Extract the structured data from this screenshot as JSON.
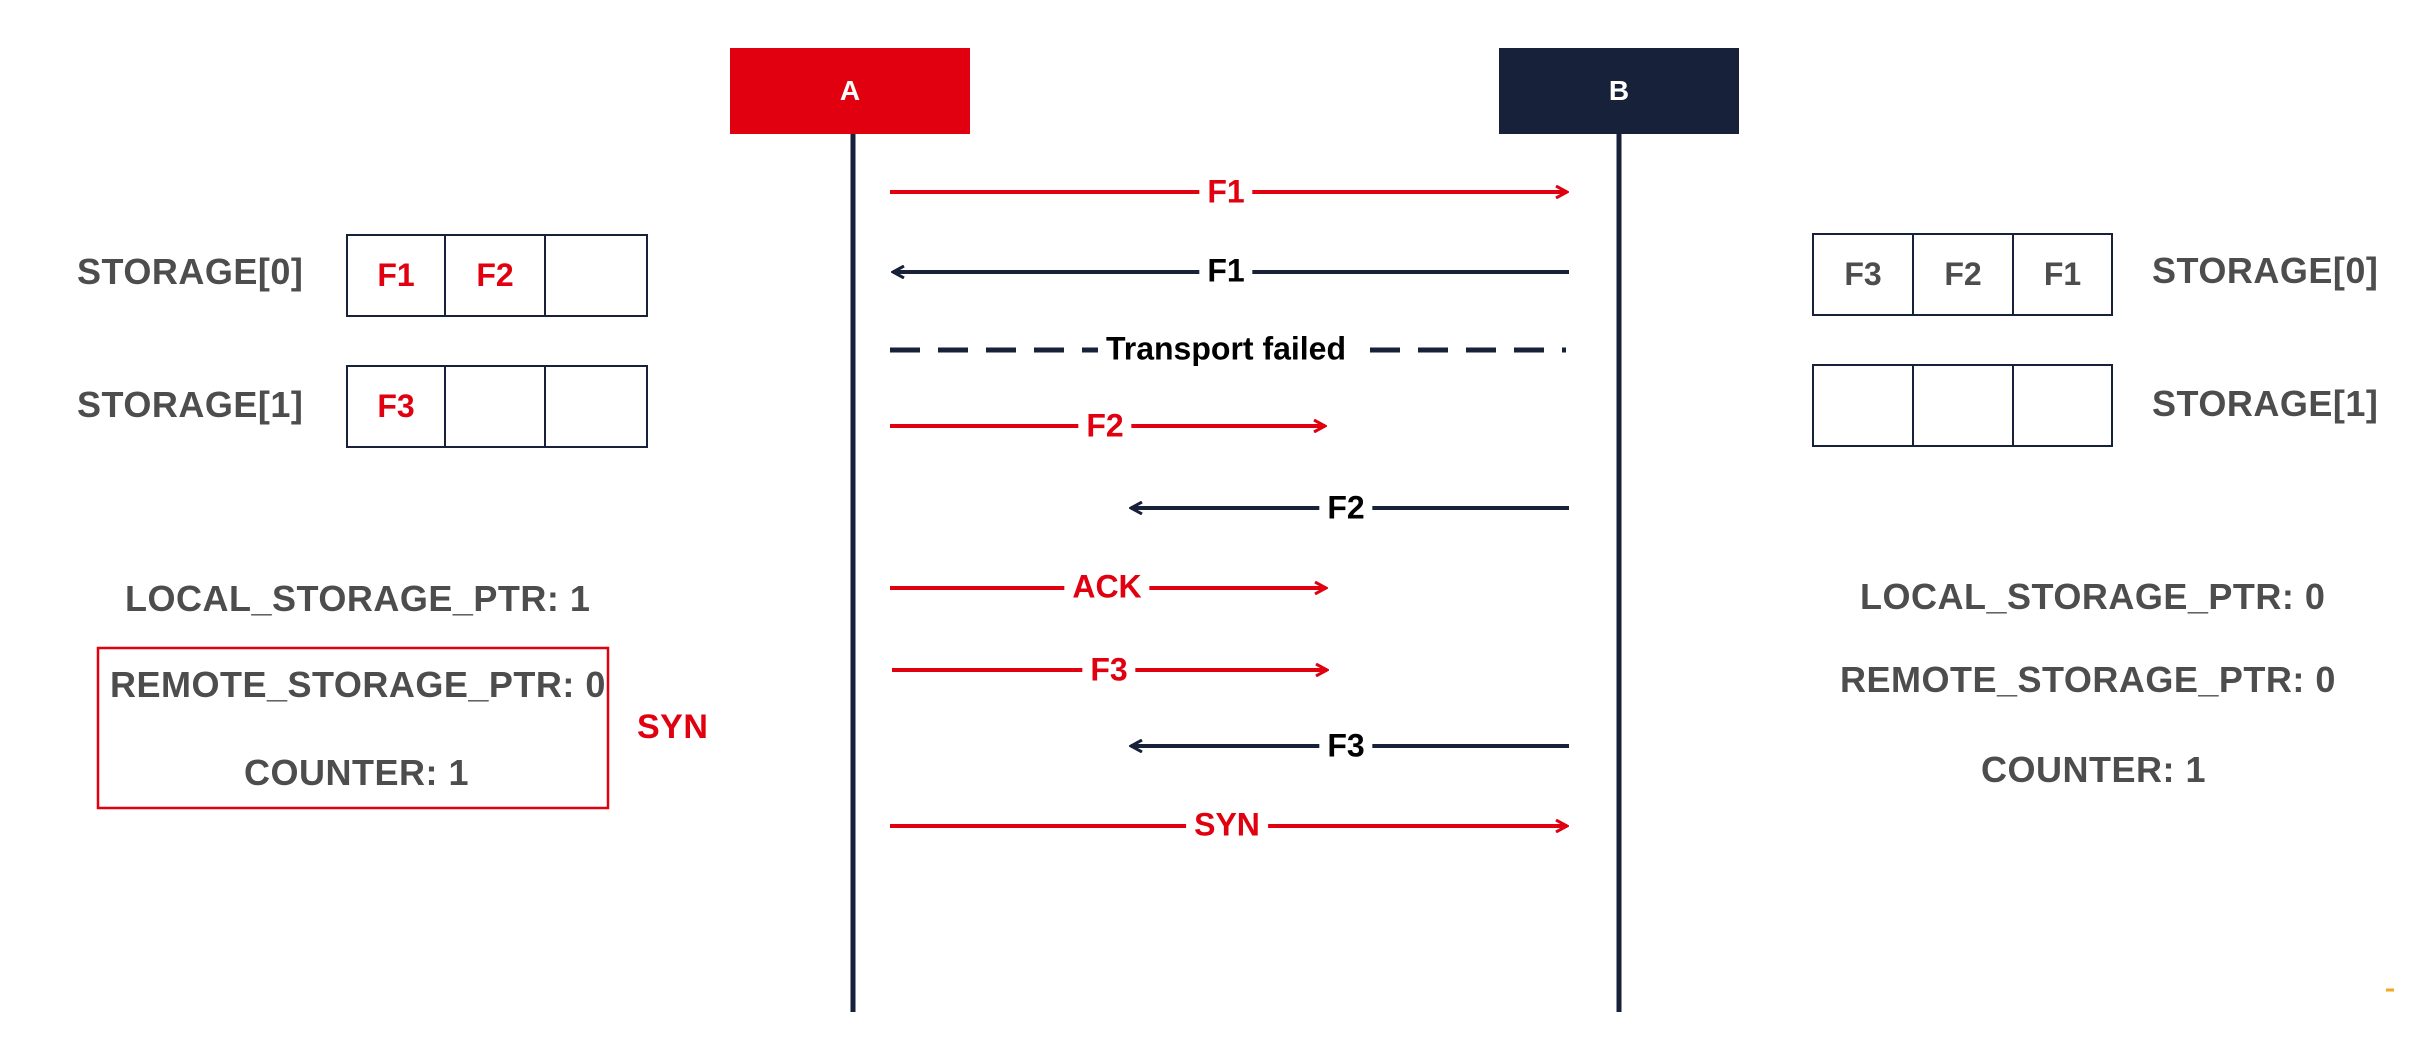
{
  "colors": {
    "red": "#e1000f",
    "navy": "#17223a",
    "gray": "#4d4d4d",
    "orange": "#f5a623"
  },
  "participants": {
    "a": "A",
    "b": "B"
  },
  "left": {
    "storage0_label": "STORAGE[0]",
    "storage1_label": "STORAGE[1]",
    "storage0": [
      "F1",
      "F2",
      ""
    ],
    "storage1": [
      "F3",
      "",
      ""
    ],
    "local_ptr": "LOCAL_STORAGE_PTR: 1",
    "remote_ptr": "REMOTE_STORAGE_PTR: 0",
    "counter": "COUNTER: 1",
    "syn_note": "SYN"
  },
  "right": {
    "storage0_label": "STORAGE[0]",
    "storage1_label": "STORAGE[1]",
    "storage0": [
      "F3",
      "F2",
      "F1"
    ],
    "storage1": [
      "",
      "",
      ""
    ],
    "local_ptr": "LOCAL_STORAGE_PTR: 0",
    "remote_ptr": "REMOTE_STORAGE_PTR: 0",
    "counter": "COUNTER: 1"
  },
  "messages": [
    {
      "label": "F1",
      "direction": "A->B",
      "style": "red-arrow"
    },
    {
      "label": "F1",
      "direction": "B->A",
      "style": "navy-arrow"
    },
    {
      "label": "Transport failed",
      "direction": "none",
      "style": "navy-dashed"
    },
    {
      "label": "F2",
      "direction": "A->B",
      "style": "red-arrow",
      "reach": "partial"
    },
    {
      "label": "F2",
      "direction": "B->A",
      "style": "navy-arrow",
      "reach": "partial"
    },
    {
      "label": "ACK",
      "direction": "A->B",
      "style": "red-arrow",
      "reach": "partial"
    },
    {
      "label": "F3",
      "direction": "A->B",
      "style": "red-arrow",
      "reach": "partial"
    },
    {
      "label": "F3",
      "direction": "B->A",
      "style": "navy-arrow",
      "reach": "partial"
    },
    {
      "label": "SYN",
      "direction": "A->B",
      "style": "red-arrow"
    }
  ]
}
